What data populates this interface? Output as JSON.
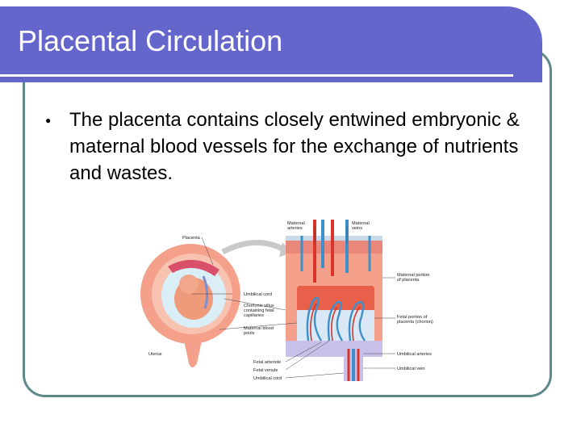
{
  "slide": {
    "title": "Placental Circulation",
    "bullet_text": "The placenta contains closely entwined embryonic & maternal blood vessels for the exchange of nutrients and wastes."
  },
  "diagram": {
    "labels": {
      "placenta": "Placenta",
      "umbilical_cord_left": "Umbilical cord",
      "chorionic_villus_1": "Chorionic villus",
      "chorionic_villus_2": "containing fetal",
      "chorionic_villus_3": "capillaries",
      "maternal_pools_1": "Maternal blood",
      "maternal_pools_2": "pools",
      "uterus": "Uterus",
      "maternal_arteries_1": "Maternal",
      "maternal_arteries_2": "arteries",
      "maternal_veins_1": "Maternal",
      "maternal_veins_2": "veins",
      "maternal_portion_1": "Maternal portion",
      "maternal_portion_2": "of placenta",
      "fetal_portion_1": "Fetal portion of",
      "fetal_portion_2": "placenta (chorion)",
      "umbilical_arteries": "Umbilical arteries",
      "umbilical_vein": "Umbilical vein",
      "fetal_arteriole": "Fetal arteriole",
      "fetal_venule": "Fetal venule",
      "umbilical_cord_bottom": "Umbilical cord"
    },
    "colors": {
      "maternal_tissue": "#f4a08a",
      "blood_pool": "#e8604a",
      "vein_blue": "#3f8fc9",
      "artery_red": "#d8342a",
      "arrow_gray": "#c9c9c9"
    }
  }
}
